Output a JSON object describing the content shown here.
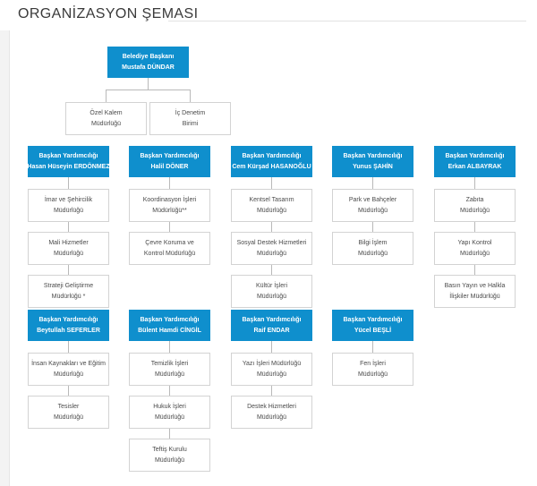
{
  "page": {
    "title": "ORGANİZASYON ŞEMASI"
  },
  "colors": {
    "head_fill": "#0f8fcd",
    "head_text": "#ffffff",
    "unit_border": "#d3d3d3",
    "connector": "#b9b9b9"
  },
  "mayor": {
    "title": "Belediye Başkanı",
    "name": "Mustafa DÜNDAR"
  },
  "mayor_units": [
    {
      "line1": "Özel Kalem",
      "line2": "Müdürlüğü"
    },
    {
      "line1": "İç Denetim",
      "line2": "Birimi"
    }
  ],
  "deputies": [
    {
      "title": "Başkan Yardımcılığı",
      "name": "Hasan Hüseyin ERDÖNMEZ",
      "units": [
        {
          "line1": "İmar ve Şehircilik",
          "line2": "Müdürlüğü"
        },
        {
          "line1": "Mali Hizmetler",
          "line2": "Müdürlüğü"
        },
        {
          "line1": "Strateji Geliştirme",
          "line2": "Müdürlüğü *"
        }
      ]
    },
    {
      "title": "Başkan Yardımcılığı",
      "name": "Halil DÖNER",
      "units": [
        {
          "line1": "Koordinasyon İşleri",
          "line2": "Müdürlüğü**"
        },
        {
          "line1": "Çevre Koruma ve",
          "line2": "Kontrol Müdürlüğü"
        }
      ]
    },
    {
      "title": "Başkan Yardımcılığı",
      "name": "Cem Kürşad HASANOĞLU",
      "units": [
        {
          "line1": "Kentsel Tasarım",
          "line2": "Müdürlüğü"
        },
        {
          "line1": "Sosyal Destek Hizmetleri",
          "line2": "Müdürlüğü"
        },
        {
          "line1": "Kültür İşleri",
          "line2": "Müdürlüğü"
        }
      ]
    },
    {
      "title": "Başkan Yardımcılığı",
      "name": "Yunus ŞAHİN",
      "units": [
        {
          "line1": "Park ve Bahçeler",
          "line2": "Müdürlüğü"
        },
        {
          "line1": "Bilgi İşlem",
          "line2": "Müdürlüğü"
        }
      ]
    },
    {
      "title": "Başkan Yardımcılığı",
      "name": "Erkan ALBAYRAK",
      "units": [
        {
          "line1": "Zabıta",
          "line2": "Müdürlüğü"
        },
        {
          "line1": "Yapı Kontrol",
          "line2": "Müdürlüğü"
        },
        {
          "line1": "Basın Yayın ve Halkla",
          "line2": "İlişkiler Müdürlüğü"
        }
      ]
    },
    {
      "title": "Başkan Yardımcılığı",
      "name": "Beytullah SEFERLER",
      "units": [
        {
          "line1": "İnsan Kaynakları ve Eğitim",
          "line2": "Müdürlüğü"
        },
        {
          "line1": "Tesisler",
          "line2": "Müdürlüğü"
        }
      ]
    },
    {
      "title": "Başkan Yardımcılığı",
      "name": "Bülent Hamdi CİNGİL",
      "units": [
        {
          "line1": "Temizlik İşleri",
          "line2": "Müdürlüğü"
        },
        {
          "line1": "Hukuk İşleri",
          "line2": "Müdürlüğü"
        },
        {
          "line1": "Teftiş Kurulu",
          "line2": "Müdürlüğü"
        }
      ]
    },
    {
      "title": "Başkan Yardımcılığı",
      "name": "Raif ENDAR",
      "units": [
        {
          "line1": "Yazı İşleri Müdürlüğü",
          "line2": "Müdürlüğü"
        },
        {
          "line1": "Destek Hizmetleri",
          "line2": "Müdürlüğü"
        }
      ]
    },
    {
      "title": "Başkan Yardımcılığı",
      "name": "Yücel BEŞLİ",
      "units": [
        {
          "line1": "Fen İşleri",
          "line2": "Müdürlüğü"
        }
      ]
    }
  ]
}
